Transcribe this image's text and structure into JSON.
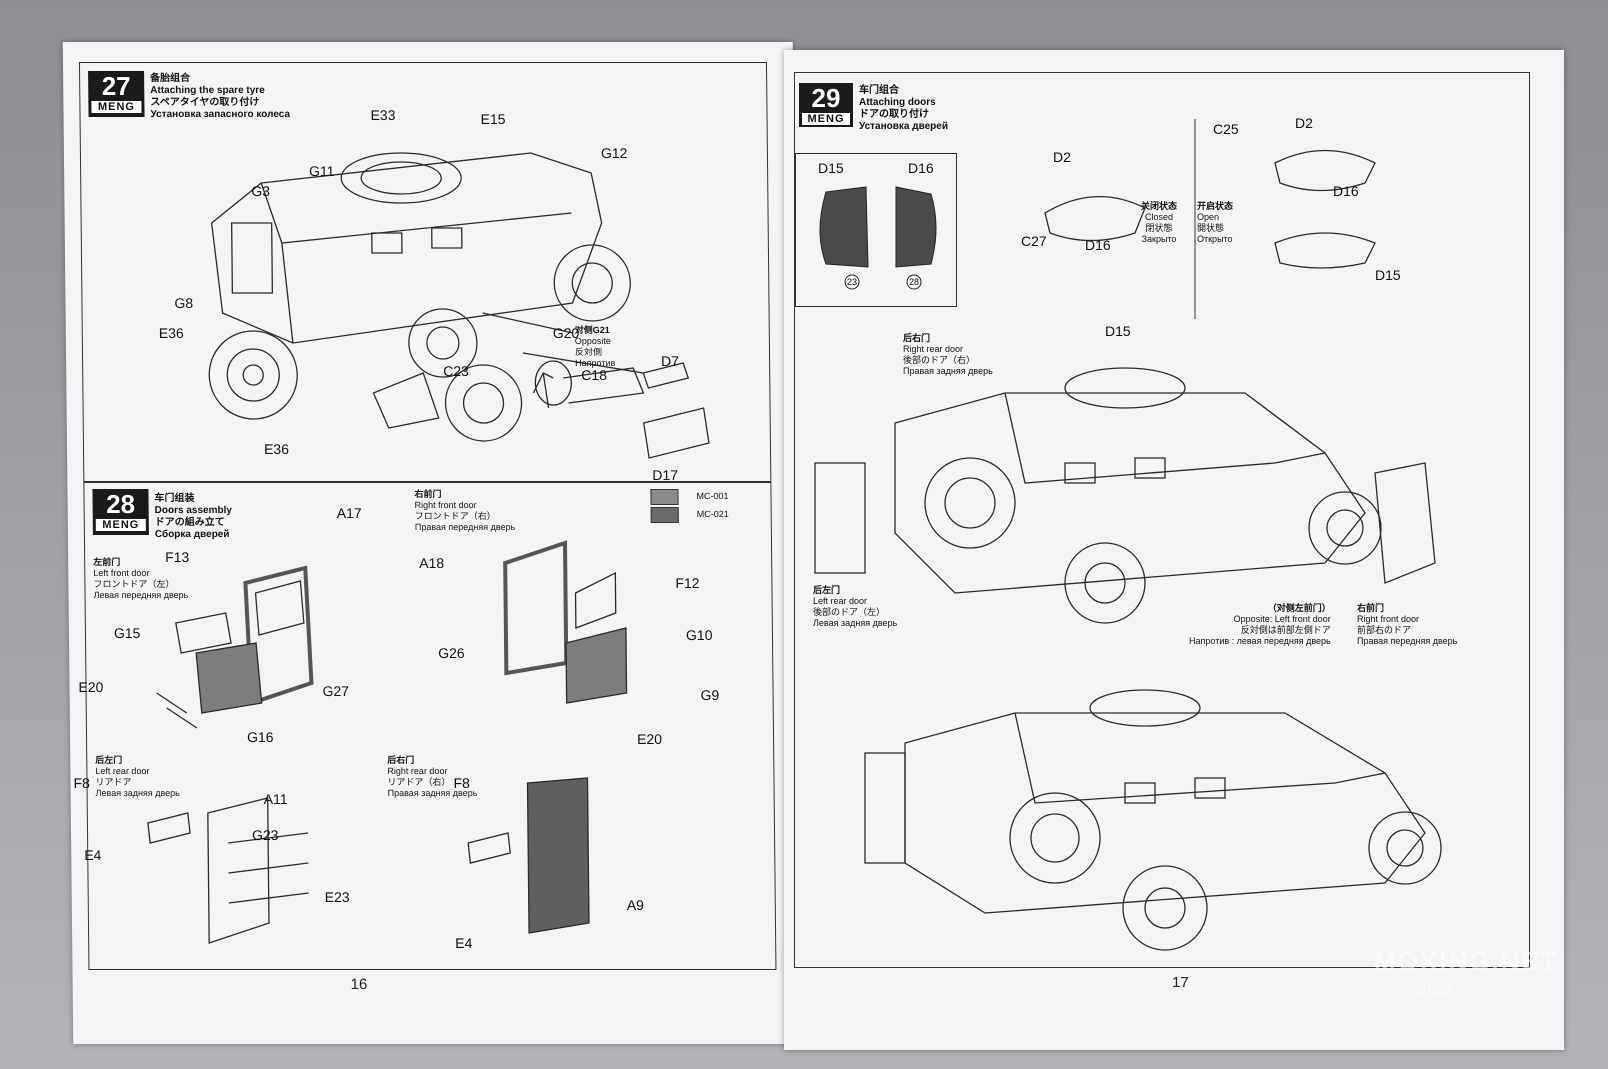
{
  "steps": {
    "s27": {
      "num": "27",
      "brand": "MENG",
      "zh": "备胎组合",
      "en": "Attaching the spare tyre",
      "ja": "スペアタイヤの取り付け",
      "ru": "Установка запасного колеса"
    },
    "s28": {
      "num": "28",
      "brand": "MENG",
      "zh": "车门组装",
      "en": "Doors assembly",
      "ja": "ドアの組み立て",
      "ru": "Сборка дверей"
    },
    "s29": {
      "num": "29",
      "brand": "MENG",
      "zh": "车门组合",
      "en": "Attaching doors",
      "ja": "ドアの取り付け",
      "ru": "Установка дверей"
    }
  },
  "parts27": [
    "E33",
    "E15",
    "G12",
    "G11",
    "G3",
    "G8",
    "E36",
    "G20",
    "E36",
    "C23",
    "C18",
    "D7",
    "D17"
  ],
  "g20_note": {
    "zh": "对侧G21",
    "en": "Opposite",
    "ja": "反対側",
    "ru": "Напротив"
  },
  "paints": [
    {
      "code": "MC-001",
      "color": "#8a8a8a"
    },
    {
      "code": "MC-021",
      "color": "#6a6a6a"
    }
  ],
  "door_labels_28": {
    "left_front": {
      "zh": "左前门",
      "en": "Left front door",
      "ja": "フロントドア（左）",
      "ru": "Левая передняя дверь"
    },
    "right_front": {
      "zh": "右前门",
      "en": "Right front door",
      "ja": "フロントドア（右）",
      "ru": "Правая передняя дверь"
    },
    "left_rear": {
      "zh": "后左门",
      "en": "Left rear door",
      "ja": "リアドア",
      "ru": "Левая задняя дверь"
    },
    "right_rear": {
      "zh": "后右门",
      "en": "Right rear door",
      "ja": "リアドア（右）",
      "ru": "Правая задняя дверь"
    }
  },
  "parts28": [
    "A17",
    "F13",
    "G15",
    "E20",
    "G27",
    "G16",
    "A18",
    "F12",
    "G10",
    "G26",
    "G9",
    "E20",
    "F8",
    "A11",
    "G23",
    "E4",
    "E23",
    "F8",
    "A9",
    "E4"
  ],
  "inset29": {
    "left": "D15",
    "right": "D16",
    "mark_left": "23",
    "mark_right": "28"
  },
  "hatch_states": {
    "closed": {
      "zh": "关闭状态",
      "en": "Closed",
      "ja": "閉状態",
      "ru": "Закрыто"
    },
    "open": {
      "zh": "开启状态",
      "en": "Open",
      "ja": "開状態",
      "ru": "Открыто"
    }
  },
  "parts29": [
    "D2",
    "C27",
    "D16",
    "C25",
    "D2",
    "D16",
    "D15",
    "D15"
  ],
  "door_labels_29": {
    "right_rear": {
      "zh": "后右门",
      "en": "Right rear door",
      "ja": "後部のドア（右）",
      "ru": "Правая задняя дверь"
    },
    "left_rear": {
      "zh": "后左门",
      "en": "Left rear door",
      "ja": "後部のドア（左）",
      "ru": "Левая задняя дверь"
    },
    "opp_left_front": {
      "zh": "（对侧左前门）",
      "en": "Opposite: Left front door",
      "ja": "反対側は前部左側ドア",
      "ru": "Напротив : левая передняя дверь"
    },
    "right_front": {
      "zh": "右前门",
      "en": "Right front door",
      "ja": "前部右のドア",
      "ru": "Правая передняя дверь"
    }
  },
  "page_numbers": {
    "left": "16",
    "right": "17"
  },
  "watermark": {
    "main": "MOXING.NET",
    "sub": "模型网"
  }
}
